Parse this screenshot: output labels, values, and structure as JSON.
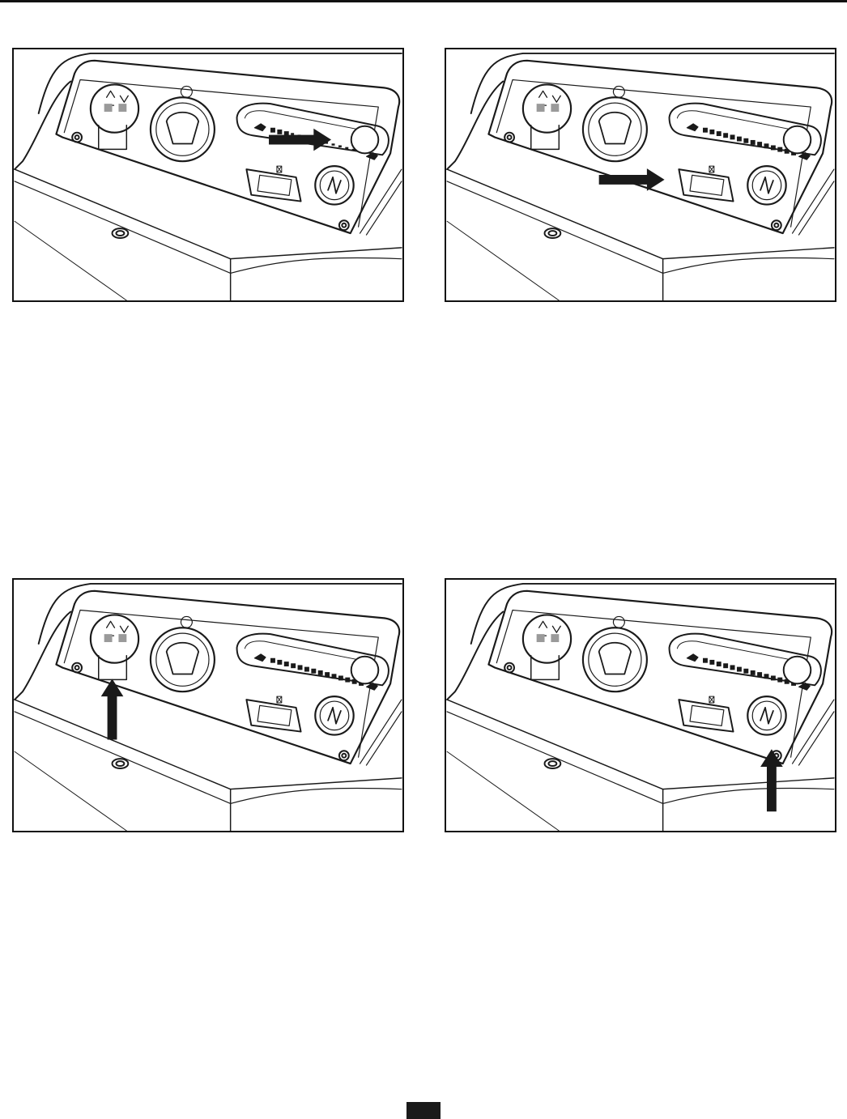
{
  "page": {
    "background": "#ffffff",
    "ink": "#1a1a1a",
    "figure_count": 4
  },
  "figures": [
    {
      "id": "fig1",
      "callout_icon": "arrow-right-icon",
      "target": "speed-slider",
      "slider_level": 0.2,
      "description_visible": false
    },
    {
      "id": "fig2",
      "callout_icon": "arrow-right-icon",
      "target": "usb-port",
      "slider_level": 1.0,
      "description_visible": false
    },
    {
      "id": "fig3",
      "callout_icon": "arrow-up-icon",
      "target": "fan-direction-dial",
      "slider_level": 1.0,
      "description_visible": false
    },
    {
      "id": "fig4",
      "callout_icon": "arrow-up-icon",
      "target": "corner-screw",
      "slider_level": 1.0,
      "description_visible": false
    }
  ]
}
